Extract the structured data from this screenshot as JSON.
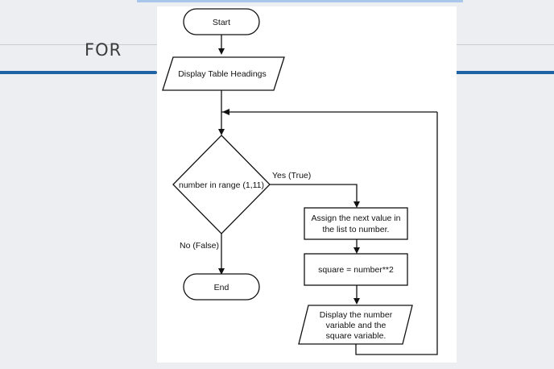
{
  "slide": {
    "title": "FOR"
  },
  "flowchart": {
    "start": "Start",
    "headings": "Display Table Headings",
    "decision": "number in range (1,11)",
    "yes_label": "Yes (True)",
    "no_label": "No (False)",
    "assign_line1": "Assign the next value in",
    "assign_line2": "the list to number.",
    "square": "square = number**2",
    "display_line1": "Display the number",
    "display_line2": "variable and the",
    "display_line3": "square variable.",
    "end": "End"
  },
  "colors": {
    "background": "#eceef1",
    "accent_blue": "#1f63a6",
    "light_blue": "#a9c7ea"
  }
}
